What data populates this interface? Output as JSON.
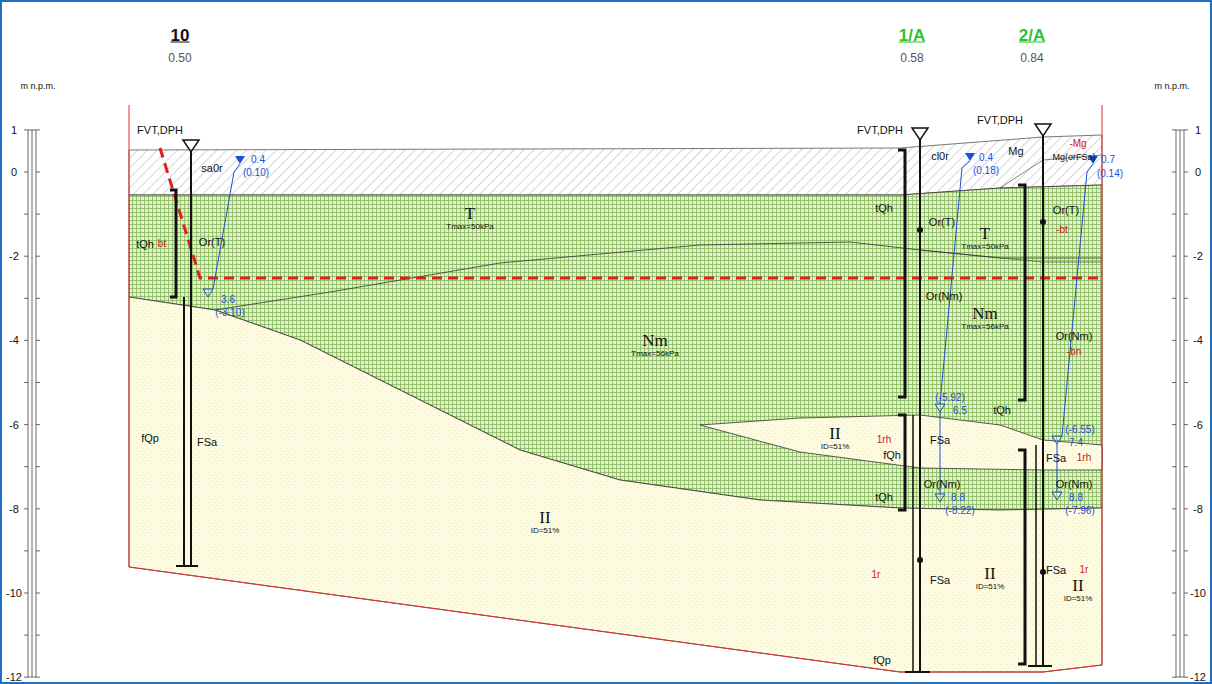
{
  "diagram": {
    "nodes": [
      {
        "text": [
          "T",
          "Tmax=50kPa"
        ]
      },
      {
        "text": [
          "Nm",
          "Tmax=56kPa"
        ]
      },
      {
        "text": [
          "T",
          "Tmax=50kPa"
        ]
      },
      {
        "text": [
          "Nm",
          "Tmax=56kPa"
        ]
      },
      {
        "text": [
          "II",
          "ID=51%"
        ]
      },
      {
        "text": [
          "II",
          "ID=51%"
        ]
      },
      {
        "text": [
          "II",
          "ID=51%"
        ]
      },
      {
        "text": [
          "II",
          "ID=51%"
        ]
      }
    ],
    "labels": [
      "10",
      "0.50",
      "1/A",
      "0.58",
      "2/A",
      "0.84",
      "m n.p.m.",
      "m n.p.m.",
      "1",
      "0",
      "-2",
      "-4",
      "-6",
      "-8",
      "-10",
      "-12",
      "1",
      "0",
      "-2",
      "-4",
      "-6",
      "-8",
      "-10",
      "-12",
      "FVT,DPH",
      "FVT,DPH",
      "FVT,DPH",
      "sa0r",
      "0.4",
      "(0.10)",
      "tQh",
      "bt",
      "Or(T)",
      "3.6",
      "(-3.10)",
      "fQp",
      "FSa",
      "cl0r",
      "0.4",
      "(0.18)",
      "Mg",
      "-Mg",
      "Mg(orFSa)",
      "0.7",
      "(0.14)",
      "tQh",
      "Or(T)",
      "Or(Nm)",
      "(-5.92)",
      "6.5",
      "1rh",
      "fQh",
      "FSa",
      "tQh",
      "Or(Nm)",
      "8.8",
      "(-8.22)",
      "1r",
      "FSa",
      "fQp",
      "Or(T)",
      "-bt",
      "tQh",
      "Or(Nm)",
      "-bn",
      "(-6.55)",
      "7.4",
      "FSa",
      "1rh",
      "Or(Nm)",
      "8.8",
      "(-7.96)",
      "FSa",
      "1r"
    ]
  }
}
